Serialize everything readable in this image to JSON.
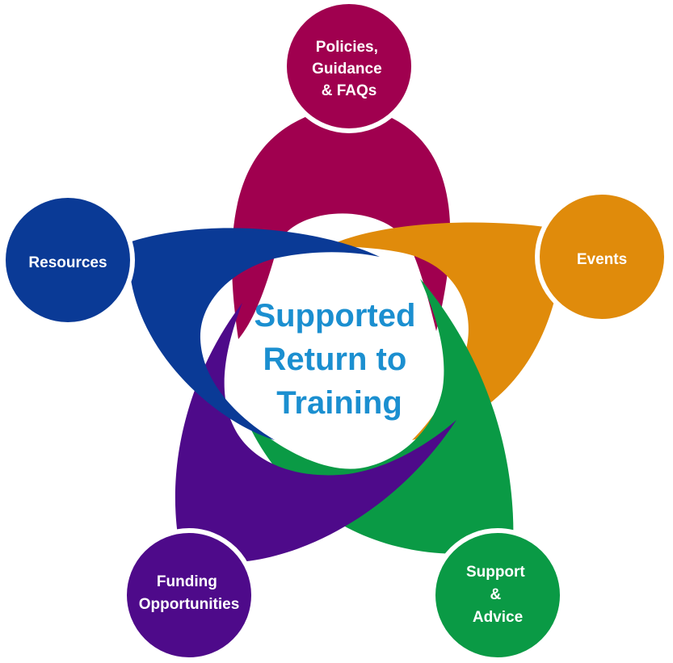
{
  "center": {
    "lines": [
      "Supported",
      "Return to",
      "Training"
    ],
    "color": "#1b8fd0"
  },
  "nodes": [
    {
      "key": "policies",
      "lines": [
        "Policies,",
        "Guidance",
        "& FAQs"
      ],
      "color": "#a0004f"
    },
    {
      "key": "events",
      "lines": [
        "Events"
      ],
      "color": "#e08b0b"
    },
    {
      "key": "support",
      "lines": [
        "Support",
        "&",
        "Advice"
      ],
      "color": "#0a9a45"
    },
    {
      "key": "funding",
      "lines": [
        "Funding",
        "Opportunities"
      ],
      "color": "#4e0a8a"
    },
    {
      "key": "resources",
      "lines": [
        "Resources"
      ],
      "color": "#0a3a96"
    }
  ]
}
